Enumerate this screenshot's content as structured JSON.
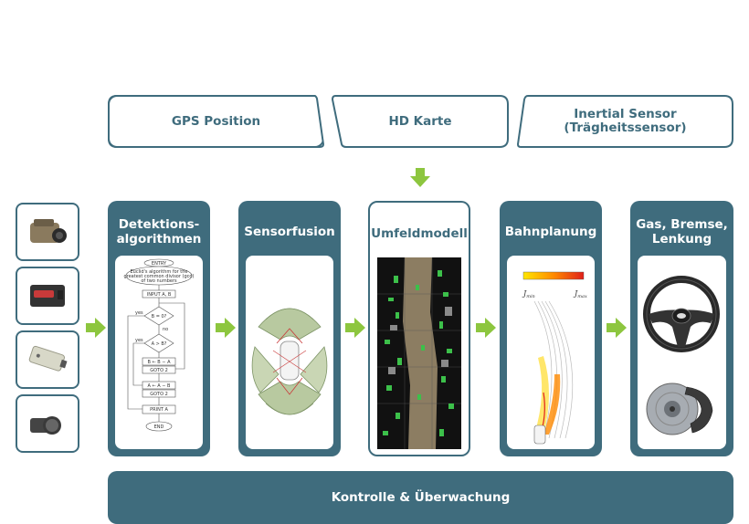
{
  "inputs": {
    "gps": "GPS Position",
    "hd_map": "HD Karte",
    "inertial_line1": "Inertial Sensor",
    "inertial_line2": "(Trägheitssensor)"
  },
  "stages": {
    "detection_line1": "Detektions-",
    "detection_line2": "algorithmen",
    "fusion": "Sensorfusion",
    "environment_model": "Umfeldmodell",
    "path_planning": "Bahnplanung",
    "actuation_line1": "Gas, Bremse,",
    "actuation_line2": "Lenkung"
  },
  "flowchart": {
    "entry": "ENTRY",
    "description_line1": "Euclid's algorithm for the",
    "description_line2": "greatest common divisor (gcd)",
    "description_line3": "of two numbers",
    "input": "INPUT A, B",
    "cond1": "B = 0?",
    "cond2": "A > B?",
    "yes1": "yes",
    "yes2": "yes",
    "no1": "no",
    "step1": "B ← B − A",
    "goto1": "GOTO 2",
    "step2": "A ← A − B",
    "goto2": "GOTO 2",
    "print": "PRINT A",
    "end": "END"
  },
  "planning": {
    "j_min": "J",
    "j_min_sub": "min",
    "j_max": "J",
    "j_max_sub": "max"
  },
  "bottom_bar": "Kontrolle & Überwachung",
  "colors": {
    "teal": "#3f6c7d",
    "green_arrow": "#8dc63f"
  }
}
